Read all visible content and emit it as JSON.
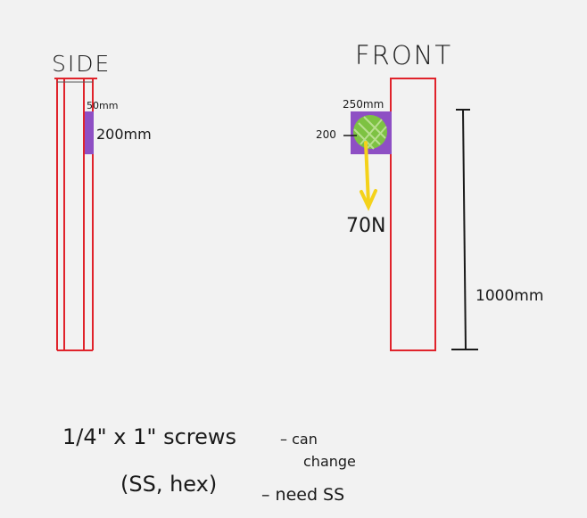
{
  "side_view": {
    "title": "SIDE",
    "plate_thickness": "50mm",
    "plate_height": "200mm"
  },
  "front_view": {
    "title": "FRONT",
    "plate_width": "250mm",
    "plate_height_label": "200",
    "force": "70N",
    "post_height": "1000mm"
  },
  "notes": {
    "screws": "1/4\" x 1\" screws",
    "material": "(SS, hex)",
    "note_can_change_1": "– can",
    "note_can_change_2": "change",
    "note_need": "– need SS"
  },
  "colors": {
    "background": "#f2f2f2",
    "post_outline": "#e0232b",
    "plate": "#8e4fc4",
    "grate": "#7dc242",
    "force_arrow": "#f4d21a",
    "ink": "#1a1a1a"
  }
}
